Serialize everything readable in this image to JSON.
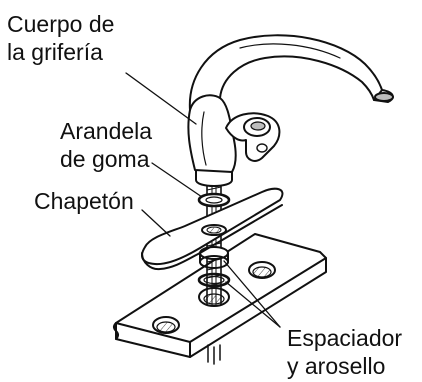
{
  "labels": {
    "faucet_body": [
      "Cuerpo de",
      "la grifería"
    ],
    "rubber_washer": [
      "Arandela",
      "de goma"
    ],
    "escutcheon": "Chapetón",
    "spacer_oring": [
      "Espaciador",
      "y arosello"
    ]
  },
  "colors": {
    "ink": "#111111",
    "paper": "#ffffff",
    "shade": "#bdbdbd"
  }
}
